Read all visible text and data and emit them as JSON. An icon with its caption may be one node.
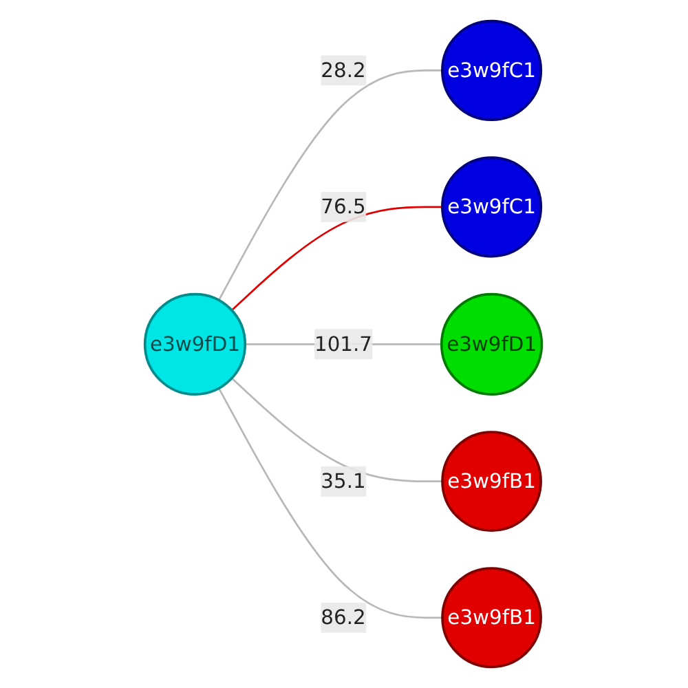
{
  "diagram": {
    "nodes": [
      {
        "text": [
          "e3w9fD1"
        ]
      },
      {
        "text": [
          "e3w9fC1"
        ]
      },
      {
        "text": [
          "e3w9fC1"
        ]
      },
      {
        "text": [
          "e3w9fD1"
        ]
      },
      {
        "text": [
          "e3w9fB1"
        ]
      },
      {
        "text": [
          "e3w9fB1"
        ]
      }
    ],
    "edges": [
      {
        "from": 0,
        "to": 1,
        "arrow": "none",
        "label": "28.2"
      },
      {
        "from": 0,
        "to": 2,
        "arrow": "none",
        "label": "76.5",
        "color": "#e00000"
      },
      {
        "from": 0,
        "to": 3,
        "arrow": "none",
        "label": "101.7"
      },
      {
        "from": 0,
        "to": 4,
        "arrow": "none",
        "label": "35.1"
      },
      {
        "from": 0,
        "to": 5,
        "arrow": "none",
        "label": "86.2"
      }
    ]
  }
}
